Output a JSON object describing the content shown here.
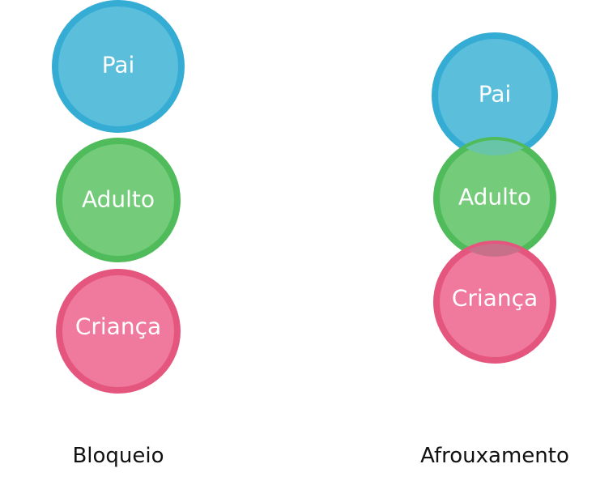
{
  "colors": {
    "parent_fill": "#5bbedb",
    "parent_stroke": "#35acd3",
    "adult_fill": "#74cc7a",
    "adult_stroke": "#50bb5a",
    "child_fill": "#ef7a9e",
    "child_stroke": "#e5567f",
    "overlap_parent_adult": "#68c5a8",
    "overlap_adult_child": "#c8708a"
  },
  "left": {
    "caption": "Bloqueio",
    "parent_label": "Pai",
    "adult_label": "Adulto",
    "child_label": "Criança"
  },
  "right": {
    "caption": "Afrouxamento",
    "parent_label": "Pai",
    "adult_label": "Adulto",
    "child_label": "Criança"
  }
}
